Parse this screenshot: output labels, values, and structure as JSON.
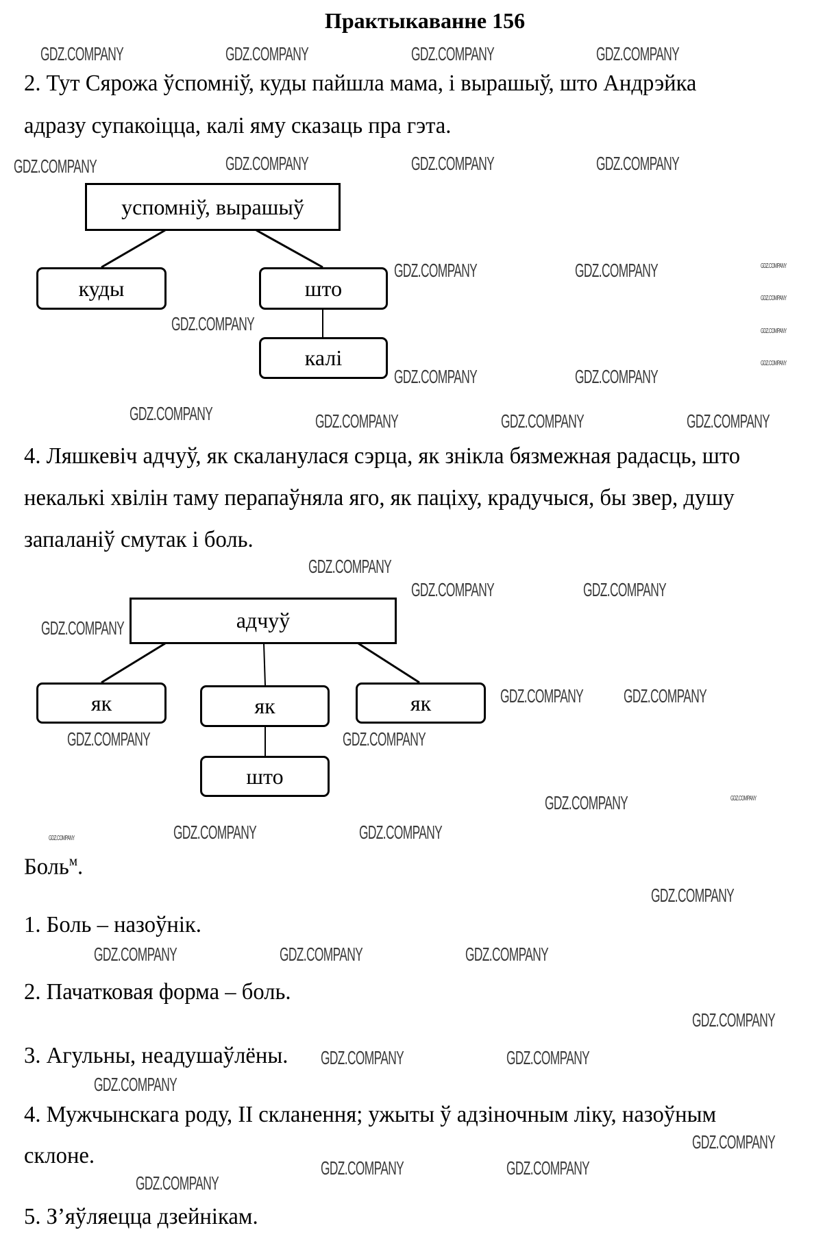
{
  "title": "Практыкаванне 156",
  "section2": {
    "lines": [
      "2. Тут Сярожа ўспомніў, куды пайшла мама, і вырашыў, што Андрэйка",
      "адразу супакоіцца, калі яму сказаць пра гэта."
    ],
    "diagram": {
      "root": "успомніў, вырашыў",
      "child_left": "куды",
      "child_right": "што",
      "grandchild": "калі"
    }
  },
  "section4": {
    "lines": [
      "4. Ляшкевіч адчуў, як скаланулася сэрца, як знікла бязмежная радасць, што",
      "некалькі хвілін таму перапаўняла яго, як паціху, крадучыся, бы звер, душу",
      "запаланіў смутак і боль."
    ],
    "diagram": {
      "root": "адчуў",
      "child_1": "як",
      "child_2": "як",
      "child_3": "як",
      "grandchild": "што"
    }
  },
  "analysis": {
    "word": "Боль",
    "superscript": "м",
    "suffix": ".",
    "items": [
      "1. Боль – назоўнік.",
      "2. Пачатковая форма – боль.",
      "3. Агульны, неадушаўлёны.",
      "4. Мужчынскага роду, II скланення; ужыты ў адзіночным ліку, назоўным",
      "склоне.",
      "5. З’яўляецца дзейнікам."
    ]
  },
  "watermark": "GDZ.COMPANY"
}
